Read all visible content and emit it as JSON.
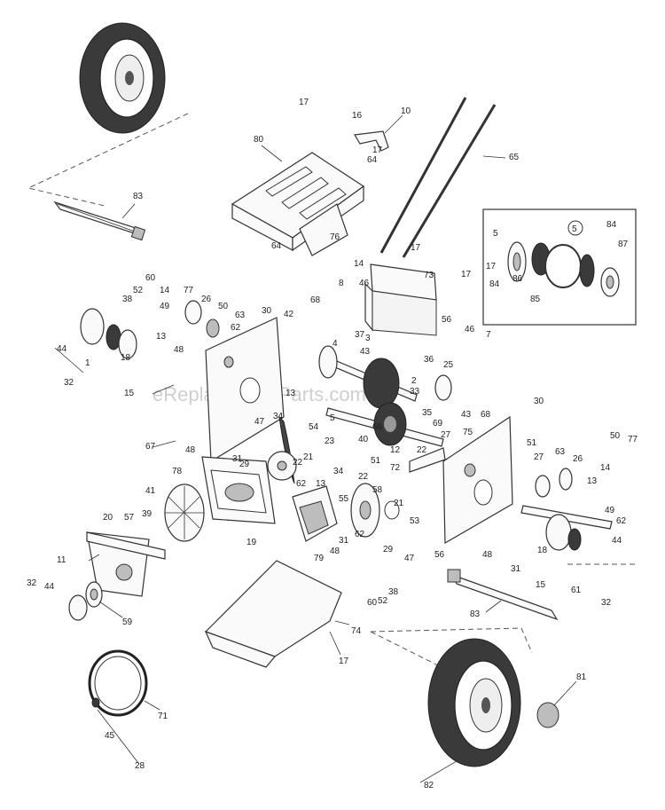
{
  "watermark": "eReplacementParts.com",
  "callouts": [
    "1",
    "2",
    "3",
    "4",
    "5",
    "7",
    "8",
    "10",
    "11",
    "12",
    "13",
    "14",
    "15",
    "16",
    "17",
    "18",
    "19",
    "20",
    "21",
    "22",
    "23",
    "25",
    "26",
    "27",
    "28",
    "29",
    "30",
    "31",
    "32",
    "33",
    "34",
    "35",
    "36",
    "37",
    "38",
    "39",
    "40",
    "41",
    "42",
    "43",
    "44",
    "45",
    "46",
    "47",
    "48",
    "49",
    "50",
    "51",
    "52",
    "53",
    "54",
    "55",
    "56",
    "57",
    "58",
    "59",
    "60",
    "61",
    "62",
    "63",
    "64",
    "65",
    "66",
    "67",
    "68",
    "69",
    "71",
    "72",
    "73",
    "74",
    "75",
    "76",
    "77",
    "78",
    "79",
    "80",
    "81",
    "82",
    "83",
    "84",
    "85",
    "86",
    "87"
  ]
}
